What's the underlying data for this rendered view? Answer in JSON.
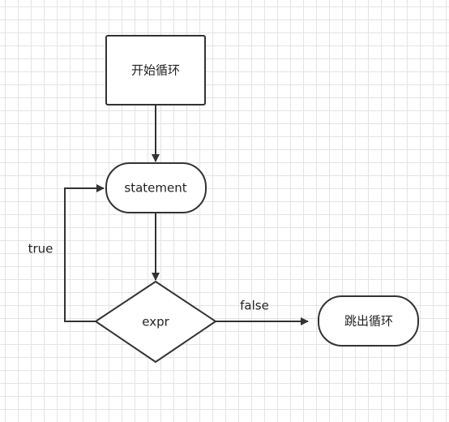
{
  "diagram": {
    "nodes": {
      "start": {
        "label": "开始循环"
      },
      "statement": {
        "label": "statement"
      },
      "expr": {
        "label": "expr"
      },
      "exit": {
        "label": "跳出循环"
      }
    },
    "edges": {
      "true_label": "true",
      "false_label": "false"
    }
  },
  "colors": {
    "stroke": "#333333",
    "grid": "#e4e4e4",
    "background": "#ffffff"
  }
}
